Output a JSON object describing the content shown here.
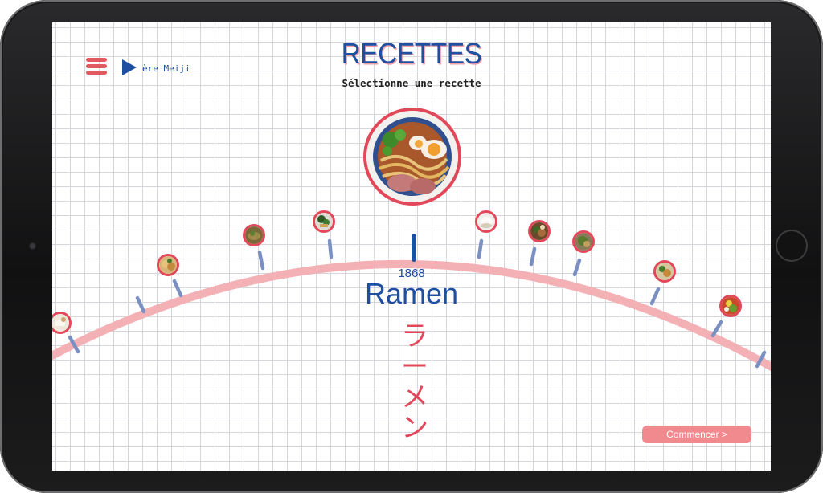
{
  "header": {
    "title": "RECETTES",
    "subtitle": "Sélectionne une recette",
    "era_label": "ère Meiji",
    "menu_icon": "hamburger-menu-icon",
    "play_icon": "play-triangle-icon"
  },
  "selected": {
    "year": "1868",
    "name": "Ramen",
    "kana": "ラーメン"
  },
  "actions": {
    "start_label": "Commencer >"
  },
  "colors": {
    "primary_blue": "#1e4fa0",
    "accent_red": "#e2485a",
    "arc_pink": "#f4b1b5",
    "tick_blue": "#7a8fc2",
    "button_pink": "#f08a8f"
  }
}
